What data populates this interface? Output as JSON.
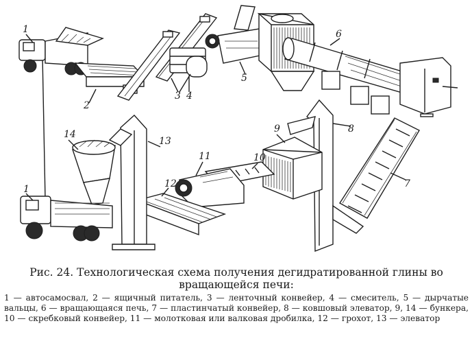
{
  "figure": {
    "caption_title": "Рис. 24. Технологическая схема получения дегидратированной глины во вращающейся печи:",
    "caption_legend": "1 — автосамосвал, 2 — ящичный питатель, 3 — ленточный конвейер, 4 — смеситель, 5 — дырчатые вальцы, 6 — вращающаяся печь, 7 — пластинчатый конвейер, 8 — ковшовый элеватор, 9, 14 — бункера, 10 — скребковый конвейер, 11 — молотковая или валковая дробилка, 12 — грохот, 13 — элеватор"
  },
  "labels": {
    "truck_top": "1",
    "feeder": "2",
    "belt_conveyor": "3",
    "mixer": "4",
    "rollers": "5",
    "kiln": "6",
    "plate_conveyor": "7",
    "bucket_elevator": "8",
    "bunker_9": "9",
    "scraper_conveyor": "10",
    "crusher": "11",
    "screen": "12",
    "elevator_13": "13",
    "bunker_14": "14",
    "truck_bottom": "1"
  }
}
